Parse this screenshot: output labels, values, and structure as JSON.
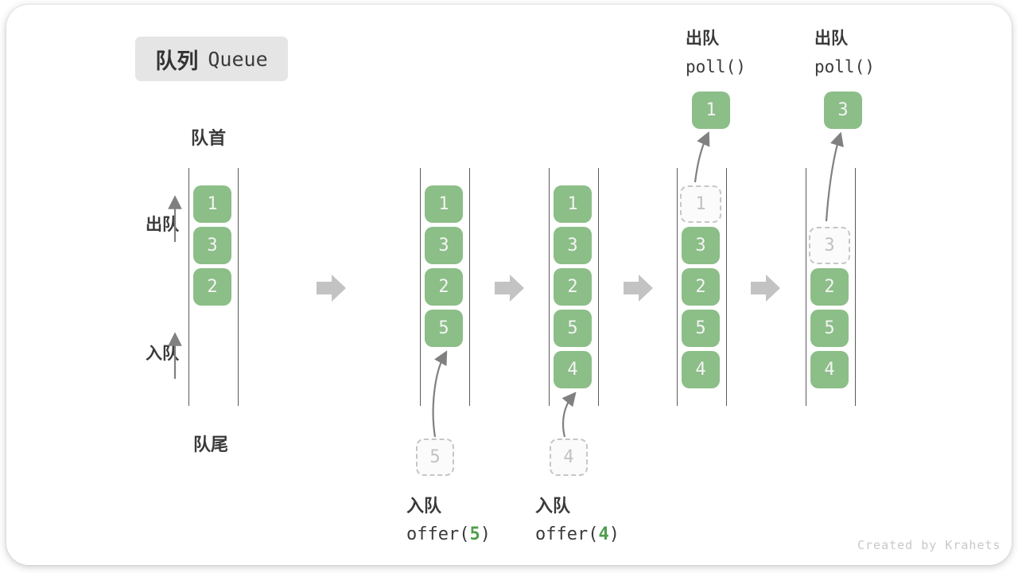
{
  "title": {
    "zh": "队列",
    "en": "Queue"
  },
  "side_labels": {
    "front": "队首",
    "rear": "队尾",
    "dequeue": "出队",
    "enqueue": "入队"
  },
  "colors": {
    "box_green": "#8cbe88",
    "box_number_text": "#f4f4f4",
    "code_arg_green": "#4e9e4c",
    "block_arrow_gray": "#c3c3c3",
    "thin_arrow_gray": "#808080",
    "dashed_border_gray": "#c6c6c6",
    "column_line": "#5a5a5a",
    "title_bg": "#e5e5e5",
    "text_dark": "#3a3a3a",
    "watermark_gray": "#c8c8c8"
  },
  "states": [
    {
      "cells": [
        {
          "value": "1",
          "style": "solid"
        },
        {
          "value": "3",
          "style": "solid"
        },
        {
          "value": "2",
          "style": "solid"
        }
      ]
    },
    {
      "cells": [
        {
          "value": "1",
          "style": "solid"
        },
        {
          "value": "3",
          "style": "solid"
        },
        {
          "value": "2",
          "style": "solid"
        },
        {
          "value": "5",
          "style": "solid"
        }
      ]
    },
    {
      "cells": [
        {
          "value": "1",
          "style": "solid"
        },
        {
          "value": "3",
          "style": "solid"
        },
        {
          "value": "2",
          "style": "solid"
        },
        {
          "value": "5",
          "style": "solid"
        },
        {
          "value": "4",
          "style": "solid"
        }
      ]
    },
    {
      "cells": [
        {
          "value": "1",
          "style": "dashed"
        },
        {
          "value": "3",
          "style": "solid"
        },
        {
          "value": "2",
          "style": "solid"
        },
        {
          "value": "5",
          "style": "solid"
        },
        {
          "value": "4",
          "style": "solid"
        }
      ]
    },
    {
      "cells": [
        {
          "value": "3",
          "style": "dashed"
        },
        {
          "value": "2",
          "style": "solid"
        },
        {
          "value": "5",
          "style": "solid"
        },
        {
          "value": "4",
          "style": "solid"
        }
      ]
    }
  ],
  "enqueue_ops": [
    {
      "label": "入队",
      "code_prefix": "offer(",
      "arg": "5",
      "code_suffix": ")",
      "staged_value": "5"
    },
    {
      "label": "入队",
      "code_prefix": "offer(",
      "arg": "4",
      "code_suffix": ")",
      "staged_value": "4"
    }
  ],
  "dequeue_ops": [
    {
      "label": "出队",
      "code": "poll()",
      "removed_value": "1"
    },
    {
      "label": "出队",
      "code": "poll()",
      "removed_value": "3"
    }
  ],
  "watermark": "Created by Krahets"
}
